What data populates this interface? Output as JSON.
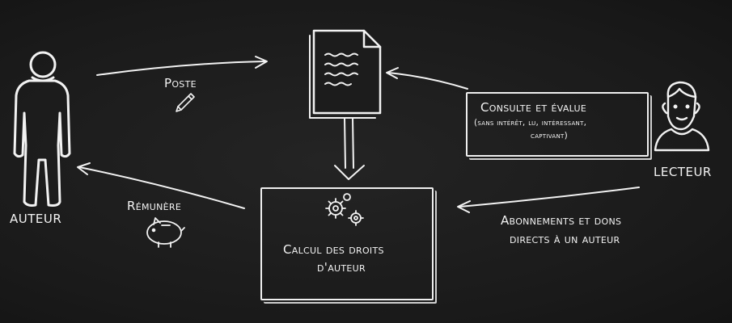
{
  "actors": {
    "author_label": "AUTEUR",
    "reader_label": "LECTEUR"
  },
  "flows": {
    "post": "Poste",
    "remunerate": "Rémunère",
    "consult_title": "Consulte et évalue",
    "consult_detail_line1": "(sans intérêt, lu, intéressant,",
    "consult_detail_line2": "captivant)",
    "subscriptions_line1": "Abonnements et dons",
    "subscriptions_line2": "directs à un auteur"
  },
  "process": {
    "line1": "Calcul des droits",
    "line2": "d'auteur"
  },
  "icons": [
    "person-icon",
    "document-icon",
    "pencil-icon",
    "gears-icon",
    "piggy-bank-icon",
    "reader-avatar-icon"
  ],
  "colors": {
    "background": "#1c1c1c",
    "chalk": "#f2f2f2"
  }
}
